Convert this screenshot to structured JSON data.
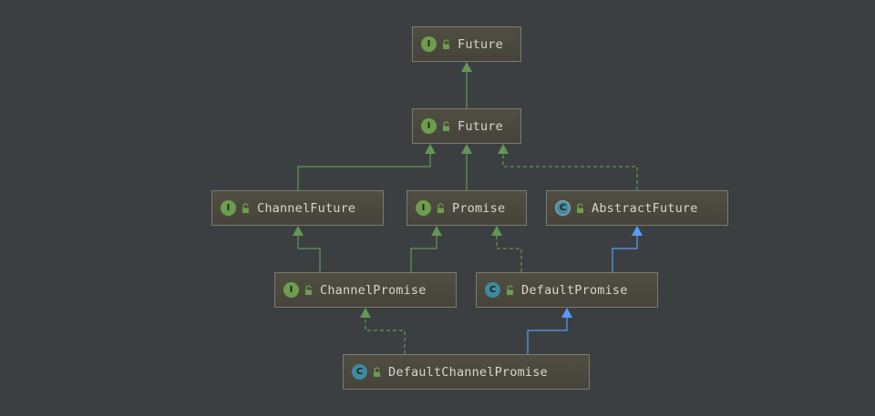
{
  "colors": {
    "background": "#3c3f41",
    "extends_edge": "#629755",
    "implements_edge": "#629755",
    "class_extends_edge": "#589df6"
  },
  "nodes": [
    {
      "id": "future-jdk",
      "label": "Future",
      "kind": "I",
      "icon": "interface-icon"
    },
    {
      "id": "future-netty",
      "label": "Future",
      "kind": "I",
      "icon": "interface-icon"
    },
    {
      "id": "channel-future",
      "label": "ChannelFuture",
      "kind": "I",
      "icon": "interface-icon"
    },
    {
      "id": "promise",
      "label": "Promise",
      "kind": "I",
      "icon": "interface-icon"
    },
    {
      "id": "abstract-future",
      "label": "AbstractFuture",
      "kind": "C",
      "icon": "abstract-class-icon"
    },
    {
      "id": "channel-promise",
      "label": "ChannelPromise",
      "kind": "I",
      "icon": "interface-icon"
    },
    {
      "id": "default-promise",
      "label": "DefaultPromise",
      "kind": "C",
      "icon": "class-icon"
    },
    {
      "id": "default-channel-promise",
      "label": "DefaultChannelPromise",
      "kind": "C",
      "icon": "class-icon"
    }
  ],
  "edges": [
    {
      "from": "future-netty",
      "to": "future-jdk",
      "type": "extends"
    },
    {
      "from": "channel-future",
      "to": "future-netty",
      "type": "extends"
    },
    {
      "from": "promise",
      "to": "future-netty",
      "type": "extends"
    },
    {
      "from": "abstract-future",
      "to": "future-netty",
      "type": "implements"
    },
    {
      "from": "channel-promise",
      "to": "channel-future",
      "type": "extends"
    },
    {
      "from": "channel-promise",
      "to": "promise",
      "type": "extends"
    },
    {
      "from": "default-promise",
      "to": "promise",
      "type": "implements"
    },
    {
      "from": "default-promise",
      "to": "abstract-future",
      "type": "class-extends"
    },
    {
      "from": "default-channel-promise",
      "to": "channel-promise",
      "type": "implements"
    },
    {
      "from": "default-channel-promise",
      "to": "default-promise",
      "type": "class-extends"
    }
  ]
}
